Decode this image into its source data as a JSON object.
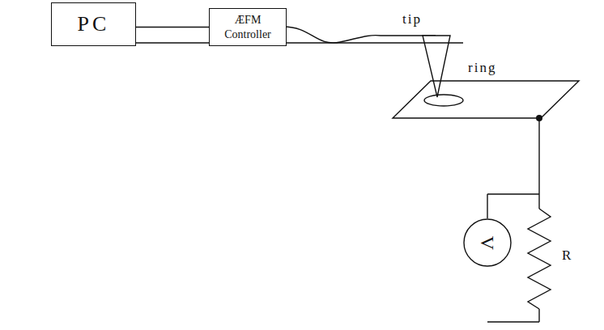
{
  "diagram": {
    "nodes": [
      {
        "text": [
          "PC"
        ]
      },
      {
        "text": [
          "ÆFM Controller"
        ]
      },
      {
        "text": [
          "V"
        ]
      }
    ],
    "edges": [
      {
        "from": 0,
        "to": 1,
        "arrow": "none"
      },
      {
        "from": 0,
        "to": 2,
        "arrow": "none"
      }
    ],
    "labels": [
      "tip",
      "ring",
      "R"
    ]
  }
}
